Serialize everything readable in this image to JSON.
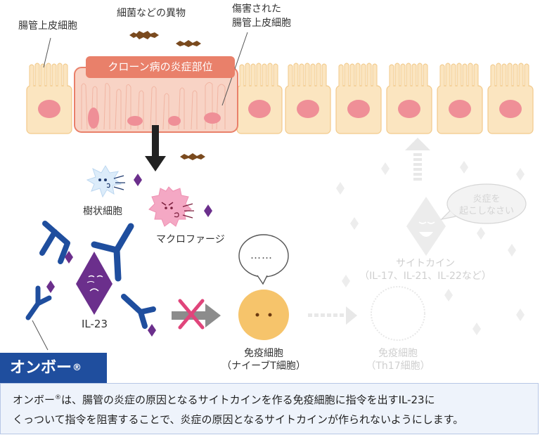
{
  "labels": {
    "normal_cells": "腸管上皮細胞",
    "bacteria": "細菌などの異物",
    "damaged_cells_line1": "傷害された",
    "damaged_cells_line2": "腸管上皮細胞",
    "crohn_site": "クローン病の炎症部位",
    "dendritic": "樹状細胞",
    "macrophage": "マクロファージ",
    "il23": "IL-23",
    "naive_t_line1": "免疫細胞",
    "naive_t_line2": "（ナイーブT細胞）",
    "th17_line1": "免疫細胞",
    "th17_line2": "（Th17細胞）",
    "cytokine_line1": "サイトカイン",
    "cytokine_line2": "（IL-17、IL-21、IL-22など）",
    "speech_line1": "炎症を",
    "speech_line2": "起こしなさい",
    "thinking": "……"
  },
  "drug": {
    "name": "オンボー",
    "mark": "®",
    "explanation_line1_pre": "オンボー",
    "explanation_line1_mark": "®",
    "explanation_line1_post": "は、腸管の炎症の原因となるサイトカインを作る免疫細胞に指令を出すIL-23に",
    "explanation_line2": "くっついて指令を阻害することで、炎症の原因となるサイトカインが作られないようにします。"
  },
  "colors": {
    "cell_fill": "#fbe5c0",
    "cell_border": "#f2c98a",
    "nucleus": "#ef8f97",
    "inflamed_area": "#f8d3c5",
    "site_label": "#e9806a",
    "antibody": "#1f4e9e",
    "il23": "#6b2f8c",
    "t_cell": "#f6c46b",
    "blocked_x": "#e0457b",
    "arrow_gray": "#8c8c8c",
    "faded": "#e6e6e6"
  }
}
